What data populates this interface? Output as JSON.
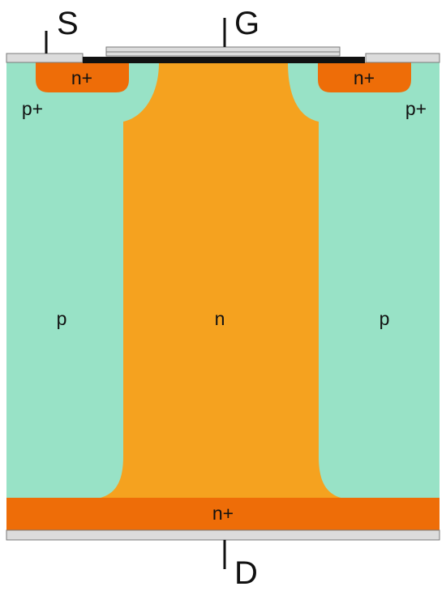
{
  "colors": {
    "p_region": "#98e2c6",
    "n_drift": "#f5a21f",
    "n_plus": "#ee6d08",
    "metal": "#dcdcdc",
    "oxide": "#111111",
    "outline": "#7a7a7a",
    "lead": "#111111"
  },
  "terminals": {
    "source": "S",
    "gate": "G",
    "drain": "D"
  },
  "regions": {
    "n_plus_source_left": "n+",
    "n_plus_source_right": "n+",
    "p_plus_left": "p+",
    "p_plus_right": "p+",
    "p_left": "p",
    "p_right": "p",
    "n_drift": "n",
    "n_plus_substrate": "n+"
  }
}
